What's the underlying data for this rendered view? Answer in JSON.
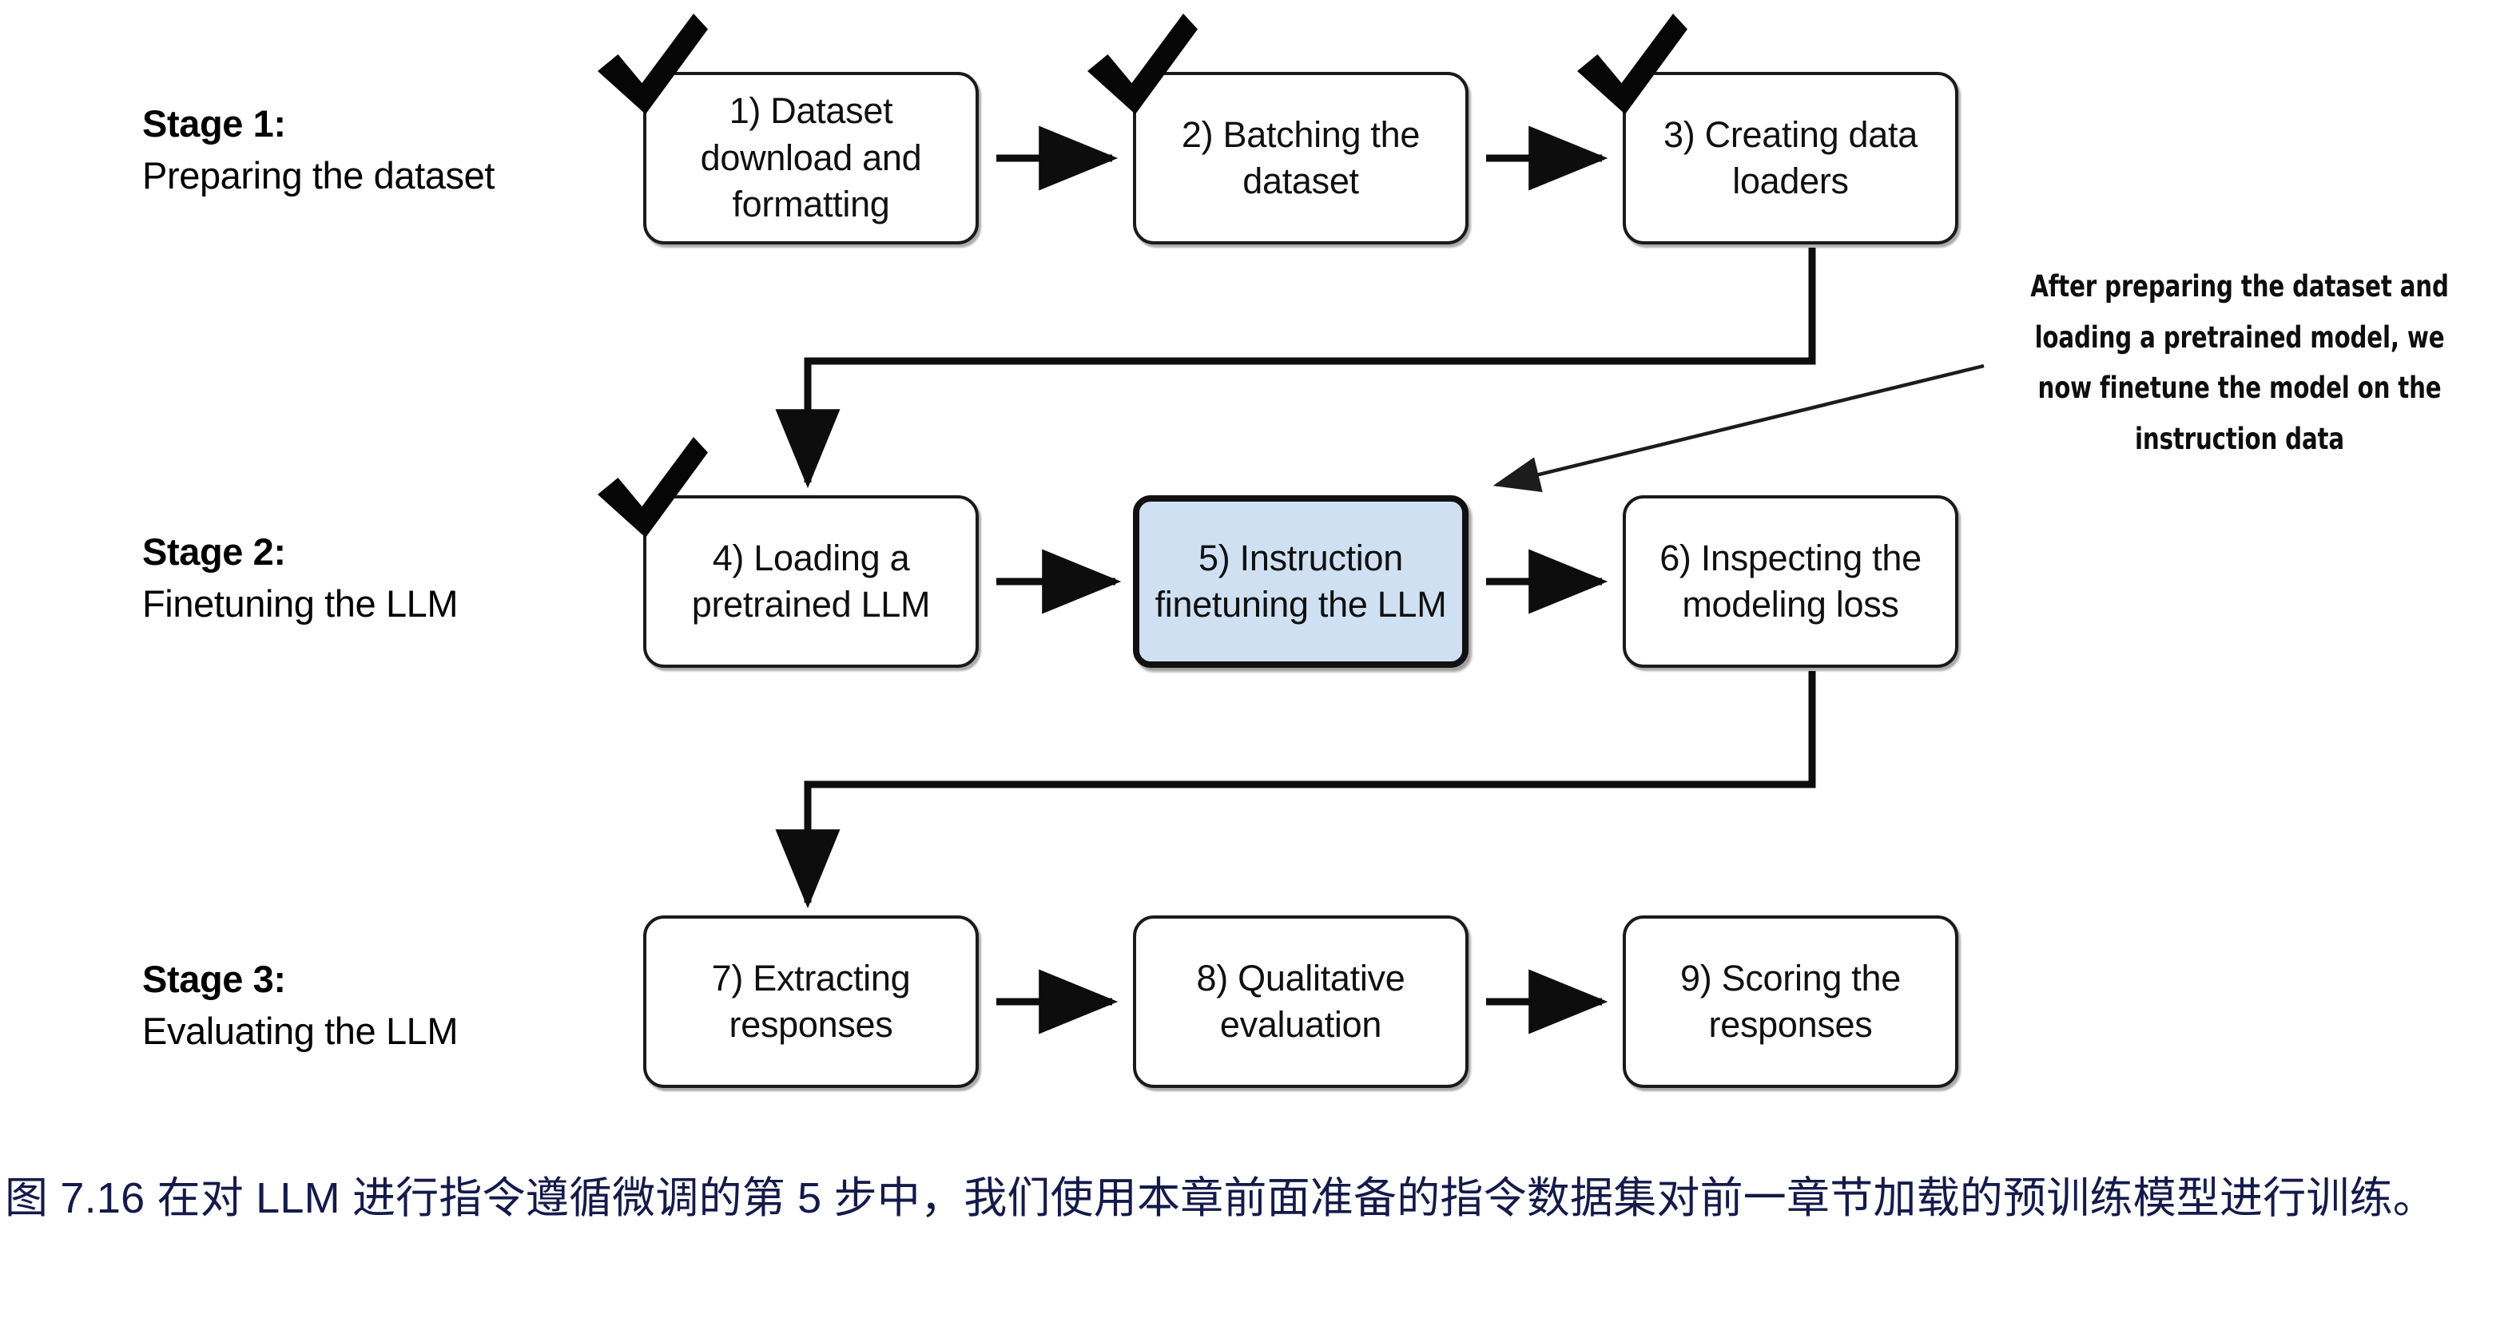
{
  "figure": {
    "stages": [
      {
        "id": "stage-1",
        "title": "Stage 1:",
        "subtitle": "Preparing the dataset"
      },
      {
        "id": "stage-2",
        "title": "Stage 2:",
        "subtitle": "Finetuning the LLM"
      },
      {
        "id": "stage-3",
        "title": "Stage 3:",
        "subtitle": "Evaluating the LLM"
      }
    ],
    "boxes": [
      {
        "id": "box-1",
        "label": "1) Dataset download and formatting",
        "checked": true,
        "highlighted": false
      },
      {
        "id": "box-2",
        "label": "2) Batching the dataset",
        "checked": true,
        "highlighted": false
      },
      {
        "id": "box-3",
        "label": "3) Creating data loaders",
        "checked": true,
        "highlighted": false
      },
      {
        "id": "box-4",
        "label": "4) Loading a pretrained LLM",
        "checked": true,
        "highlighted": false
      },
      {
        "id": "box-5",
        "label": "5) Instruction finetuning the LLM",
        "checked": false,
        "highlighted": true
      },
      {
        "id": "box-6",
        "label": "6) Inspecting the modeling loss",
        "checked": false,
        "highlighted": false
      },
      {
        "id": "box-7",
        "label": "7) Extracting responses",
        "checked": false,
        "highlighted": false
      },
      {
        "id": "box-8",
        "label": "8) Qualitative evaluation",
        "checked": false,
        "highlighted": false
      },
      {
        "id": "box-9",
        "label": "9) Scoring the responses",
        "checked": false,
        "highlighted": false
      }
    ],
    "annotation": {
      "text": "After preparing the dataset and loading a pretrained model, we now finetune the model on the instruction data",
      "points_to": "box-5"
    },
    "caption": "图 7.16 在对 LLM 进行指令遵循微调的第 5 步中，我们使用本章前面准备的指令数据集对前一章节加载的预训练模型进行训练。",
    "colors": {
      "highlight_fill": "#cfe0f3",
      "box_border": "#1a1a1a",
      "caption_text": "#141a4a",
      "page_background": "#ffffff"
    }
  }
}
